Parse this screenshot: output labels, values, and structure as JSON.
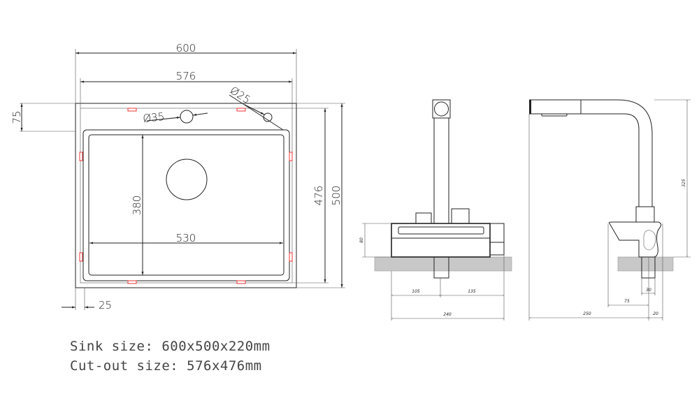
{
  "top_view": {
    "dims": {
      "overall_width": "600",
      "cutout_width": "576",
      "faucet_hole": "Ø35",
      "extra_hole": "Ø25",
      "edge_offset": "75",
      "cutout_depth": "476",
      "overall_depth": "500",
      "bowl_depth": "380",
      "bowl_width": "530",
      "side_margin": "25"
    }
  },
  "front_view": {
    "dims": {
      "height": "80",
      "left": "105",
      "right": "135",
      "total": "240"
    }
  },
  "side_view": {
    "dims": {
      "height": "325",
      "shank": "30",
      "handle": "75",
      "reach": "250",
      "offset": "20"
    }
  },
  "notes": {
    "sink_size": "Sink size: 600x500x220mm",
    "cutout_size": "Cut-out size: 576x476mm"
  },
  "colors": {
    "line": "#222222",
    "clip": "#ee3333",
    "counter": "#c8c8c8"
  }
}
